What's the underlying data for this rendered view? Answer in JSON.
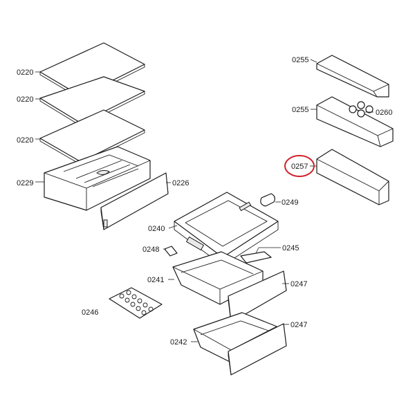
{
  "labels": {
    "shelf_top": "0220",
    "shelf_middle": "0220",
    "shelf_bottom": "0220",
    "crisper_box": "0229",
    "crisper_front": "0226",
    "door_shelf_top": "0255",
    "door_shelf_egg": "0255",
    "egg_holder_door": "0260",
    "door_shelf_bottom": "0257",
    "handle_right": "0249",
    "drawer_tray_upper": "0240",
    "handle_left": "0248",
    "rail": "0245",
    "drawer_middle": "0241",
    "front_middle": "0247",
    "egg_tray": "0246",
    "front_lower": "0247",
    "drawer_lower": "0242"
  },
  "colors": {
    "line": "#1a1a1a",
    "highlight": "#d0202a",
    "background": "#ffffff"
  },
  "highlighted_part": "door_shelf_bottom"
}
